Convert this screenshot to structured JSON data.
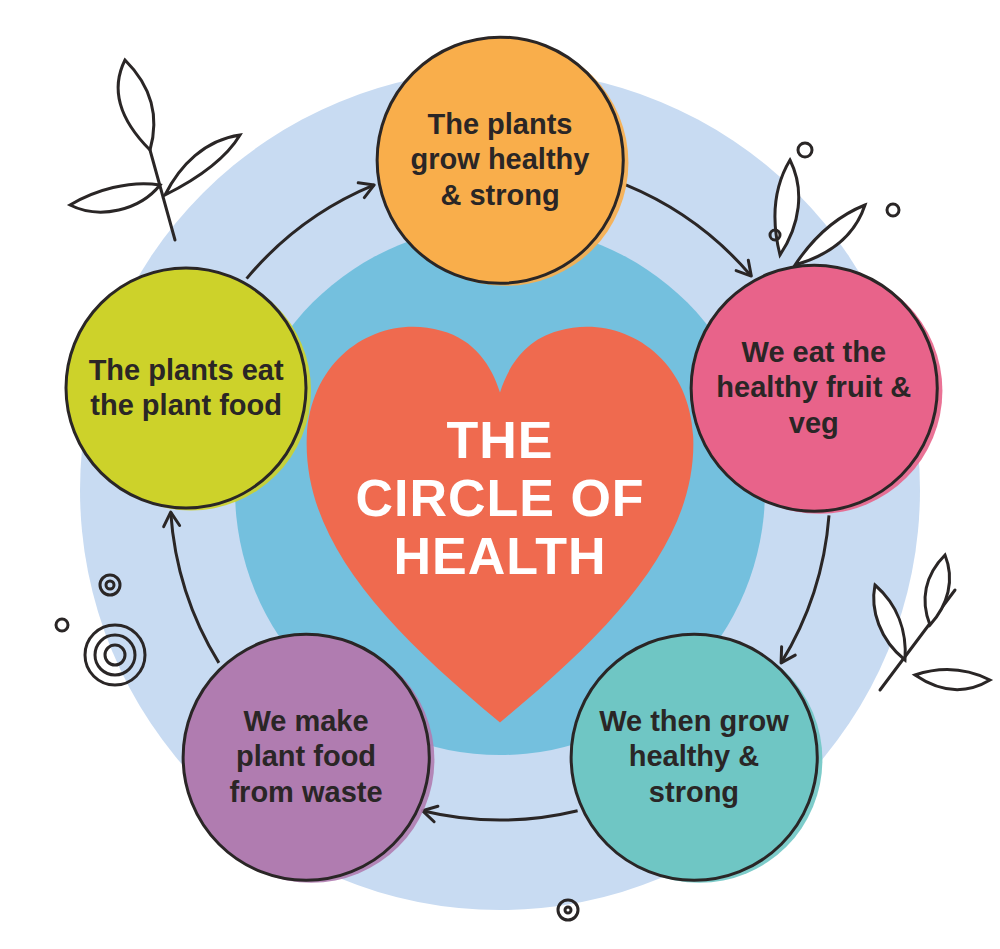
{
  "diagram": {
    "nodes": [
      {
        "text": [
          "The plants grow healthy & strong"
        ]
      },
      {
        "text": [
          "We eat the healthy fruit & veg"
        ]
      },
      {
        "text": [
          "We then grow healthy & strong"
        ]
      },
      {
        "text": [
          "We make plant food from waste"
        ]
      },
      {
        "text": [
          "The plants eat the plant food"
        ]
      },
      {
        "text": [
          "THE CIRCLE OF HEALTH"
        ]
      }
    ],
    "edges": [
      {
        "from": 0,
        "to": 1,
        "arrow": "to"
      },
      {
        "from": 1,
        "to": 2,
        "arrow": "to"
      },
      {
        "from": 2,
        "to": 3,
        "arrow": "to"
      },
      {
        "from": 3,
        "to": 4,
        "arrow": "to"
      },
      {
        "from": 4,
        "to": 0,
        "arrow": "to"
      }
    ]
  }
}
